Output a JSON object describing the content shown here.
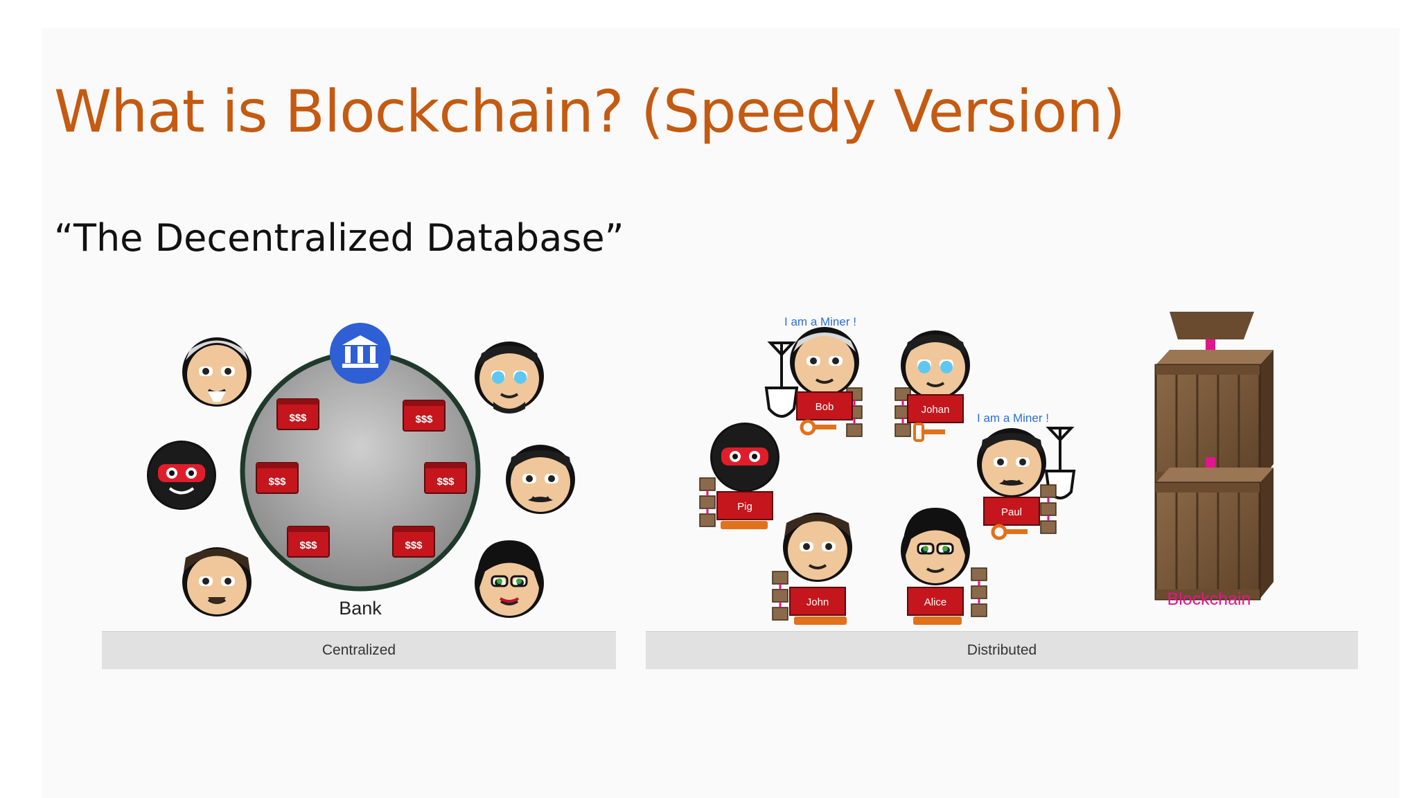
{
  "slide": {
    "title": "What is Blockchain? (Speedy Version)",
    "subtitle": "“The Decentralized Database”"
  },
  "centralized": {
    "hub_label": "Bank",
    "hub_icon": "bank-building-icon",
    "cash_label": "$$$",
    "caption": "Centralized"
  },
  "distributed": {
    "miner_callout": "I am a Miner !",
    "users": [
      "Bob",
      "Johan",
      "Pig",
      "Paul",
      "John",
      "Alice"
    ],
    "caption": "Distributed"
  },
  "blockchain": {
    "label": "Blockchain"
  },
  "colors": {
    "title": "#c55a11",
    "bank_blue": "#2f5fd4",
    "cash_red": "#c4161c",
    "miner_blue": "#2a6fd6",
    "chain_pink": "#e2168c",
    "crate_brown": "#7a5a3c"
  }
}
